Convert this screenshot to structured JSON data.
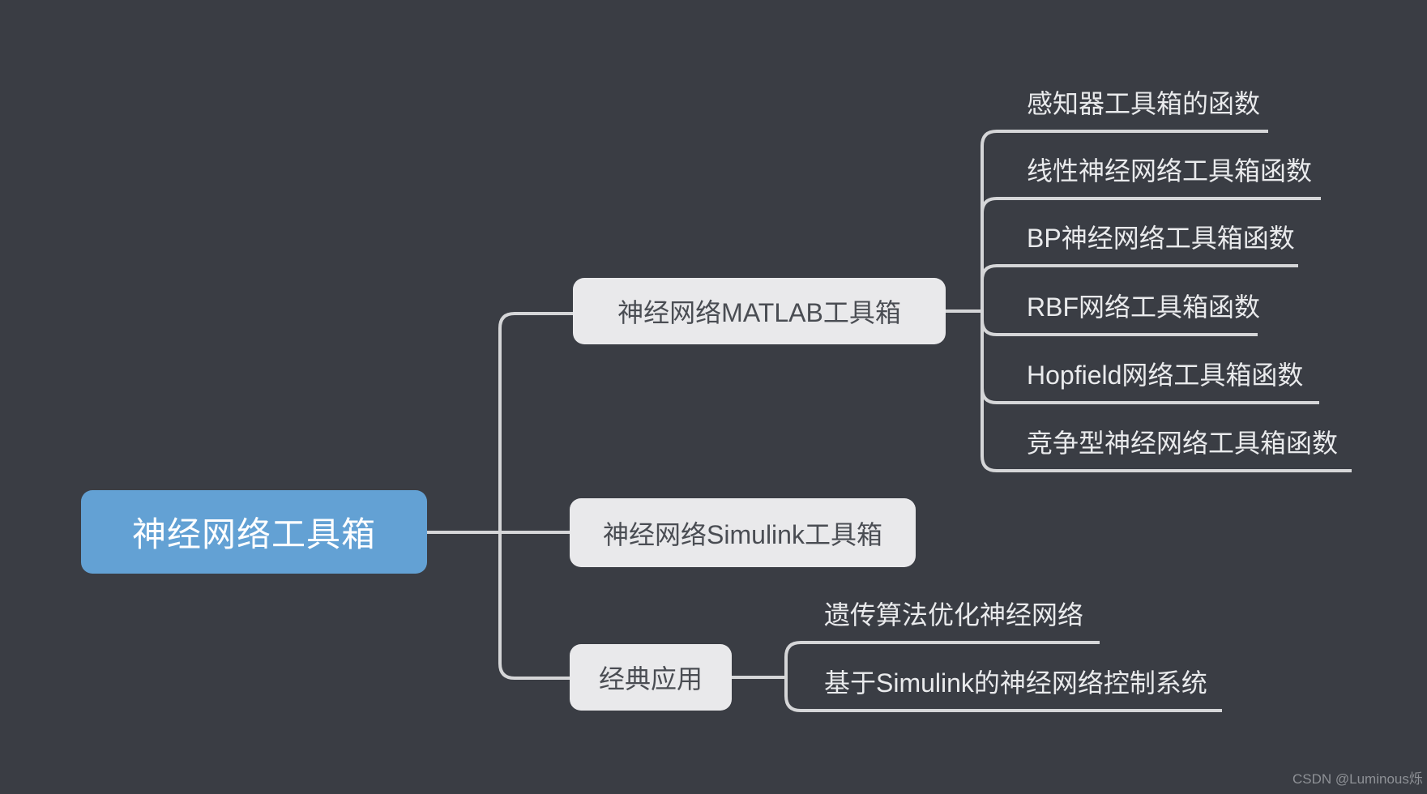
{
  "colors": {
    "background": "#3a3d44",
    "line": "#d5d6d8",
    "root_fill": "#63a1d4",
    "root_text": "#ffffff",
    "branch_fill": "#e9e9eb",
    "branch_text": "#4a4d53",
    "leaf_text": "#e9eaec",
    "watermark_text": "#8e9196"
  },
  "mindmap": {
    "root": {
      "label": "神经网络工具箱"
    },
    "branches": [
      {
        "label": "神经网络MATLAB工具箱",
        "children": [
          {
            "label": "感知器工具箱的函数"
          },
          {
            "label": "线性神经网络工具箱函数"
          },
          {
            "label": "BP神经网络工具箱函数"
          },
          {
            "label": "RBF网络工具箱函数"
          },
          {
            "label": "Hopfield网络工具箱函数"
          },
          {
            "label": "竞争型神经网络工具箱函数"
          }
        ]
      },
      {
        "label": "神经网络Simulink工具箱",
        "children": []
      },
      {
        "label": "经典应用",
        "children": [
          {
            "label": "遗传算法优化神经网络"
          },
          {
            "label": "基于Simulink的神经网络控制系统"
          }
        ]
      }
    ]
  },
  "watermark": {
    "label": "CSDN @Luminous烁"
  }
}
